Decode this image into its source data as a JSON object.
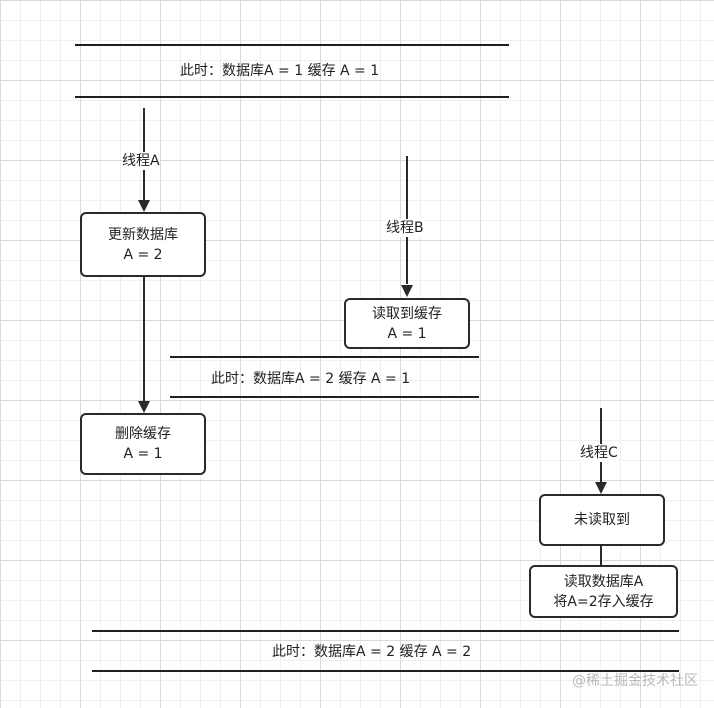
{
  "states": {
    "initial": "此时：数据库A = 1 缓存 A = 1",
    "middle": "此时：数据库A = 2 缓存 A = 1",
    "final": "此时：数据库A = 2 缓存 A = 2"
  },
  "threads": {
    "a": "线程A",
    "b": "线程B",
    "c": "线程C"
  },
  "boxes": {
    "update_db": {
      "line1": "更新数据库",
      "line2": "A = 2"
    },
    "read_cache": {
      "line1": "读取到缓存",
      "line2": "A = 1"
    },
    "delete_cache": {
      "line1": "删除缓存",
      "line2": "A = 1"
    },
    "not_read": {
      "line1": "未读取到"
    },
    "read_db": {
      "line1": "读取数据库A",
      "line2": "将A=2存入缓存"
    }
  },
  "watermark": "@稀土掘金技术社区"
}
